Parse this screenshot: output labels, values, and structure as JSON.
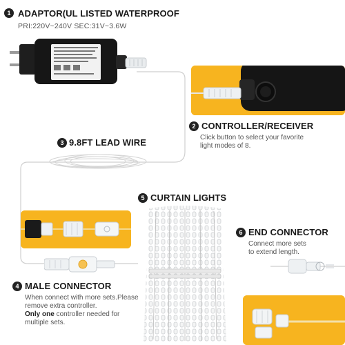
{
  "sections": {
    "adaptor": {
      "number": "1",
      "title": "ADAPTOR(UL LISTED WATERPROOF",
      "spec": "PRI:220V~240V  SEC:31V~3.6W"
    },
    "controller": {
      "number": "2",
      "title": "CONTROLLER/RECEIVER",
      "line1": "Click button to select your favorite",
      "line2": "light modes of 8."
    },
    "lead_wire": {
      "number": "3",
      "title": "9.8FT LEAD WIRE"
    },
    "male_connector": {
      "number": "4",
      "title": "MALE CONNECTOR",
      "line1": "When connect with more sets.Please",
      "line2": "remove extra controller.",
      "line3_bold": "Only one",
      "line3_rest": " controller needed for",
      "line4": "multiple sets."
    },
    "curtain_lights": {
      "number": "5",
      "title": "CURTAIN LIGHTS"
    },
    "end_connector": {
      "number": "6",
      "title": "END CONNECTOR",
      "line1": "Connect more sets",
      "line2": "to extend length."
    }
  },
  "colors": {
    "accent_yellow": "#f7b41f",
    "text_dark": "#1a1a1a",
    "text_gray": "#555555",
    "number_badge": "#222222"
  }
}
